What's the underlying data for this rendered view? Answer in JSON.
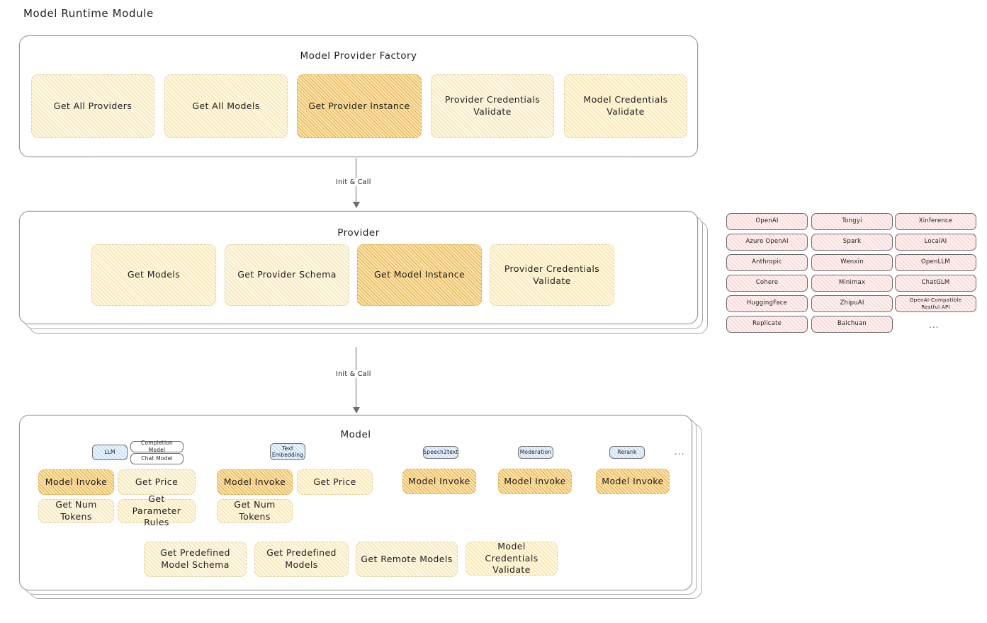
{
  "page": {
    "title": "Model Runtime Module"
  },
  "factory": {
    "title": "Model Provider Factory",
    "nodes": [
      {
        "label": "Get All Providers",
        "highlight": false
      },
      {
        "label": "Get All Models",
        "highlight": false
      },
      {
        "label": "Get Provider Instance",
        "highlight": true
      },
      {
        "label": "Provider Credentials Validate",
        "highlight": false
      },
      {
        "label": "Model Credentials Validate",
        "highlight": false
      }
    ]
  },
  "arrows": [
    {
      "label": "Init & Call"
    },
    {
      "label": "Init & Call"
    }
  ],
  "provider": {
    "title": "Provider",
    "nodes": [
      {
        "label": "Get Models",
        "highlight": false
      },
      {
        "label": "Get Provider Schema",
        "highlight": false
      },
      {
        "label": "Get Model Instance",
        "highlight": true
      },
      {
        "label": "Provider Credentials Validate",
        "highlight": false
      }
    ]
  },
  "provider_list": {
    "columns": [
      [
        "OpenAI",
        "Azure OpenAI",
        "Anthropic",
        "Cohere",
        "HuggingFace",
        "Replicate"
      ],
      [
        "Tongyi",
        "Spark",
        "Wenxin",
        "Minimax",
        "ZhipuAI",
        "Baichuan"
      ],
      [
        "Xinference",
        "LocalAI",
        "OpenLLM",
        "ChatGLM",
        "OpenAI-Compatible Restful API"
      ]
    ],
    "more": "..."
  },
  "model": {
    "title": "Model",
    "more": "...",
    "groups": [
      {
        "tag": "LLM",
        "subtags": [
          "Completion Model",
          "Chat Model"
        ],
        "nodes": [
          {
            "label": "Model Invoke",
            "highlight": true
          },
          {
            "label": "Get Price",
            "highlight": false
          },
          {
            "label": "Get Num Tokens",
            "highlight": false
          },
          {
            "label": "Get Parameter Rules",
            "highlight": false
          }
        ]
      },
      {
        "tag": "Text Embedding",
        "subtags": [],
        "nodes": [
          {
            "label": "Model Invoke",
            "highlight": true
          },
          {
            "label": "Get Price",
            "highlight": false
          },
          {
            "label": "Get Num Tokens",
            "highlight": false
          }
        ]
      },
      {
        "tag": "Speech2text",
        "subtags": [],
        "nodes": [
          {
            "label": "Model Invoke",
            "highlight": true
          }
        ]
      },
      {
        "tag": "Moderation",
        "subtags": [],
        "nodes": [
          {
            "label": "Model Invoke",
            "highlight": true
          }
        ]
      },
      {
        "tag": "Rerank",
        "subtags": [],
        "nodes": [
          {
            "label": "Model Invoke",
            "highlight": true
          }
        ]
      }
    ],
    "common_nodes": [
      {
        "label": "Get Predefined Model Schema"
      },
      {
        "label": "Get Predefined Models"
      },
      {
        "label": "Get Remote Models"
      },
      {
        "label": "Model Credentials Validate"
      }
    ]
  },
  "colors": {
    "highlight_fill": "#fbe6b8",
    "node_fill": "#fdf7e3",
    "provider_chip_fill": "#fdf0ef",
    "tag_fill": "#e8f2fb",
    "stroke": "#6d6d6d"
  }
}
